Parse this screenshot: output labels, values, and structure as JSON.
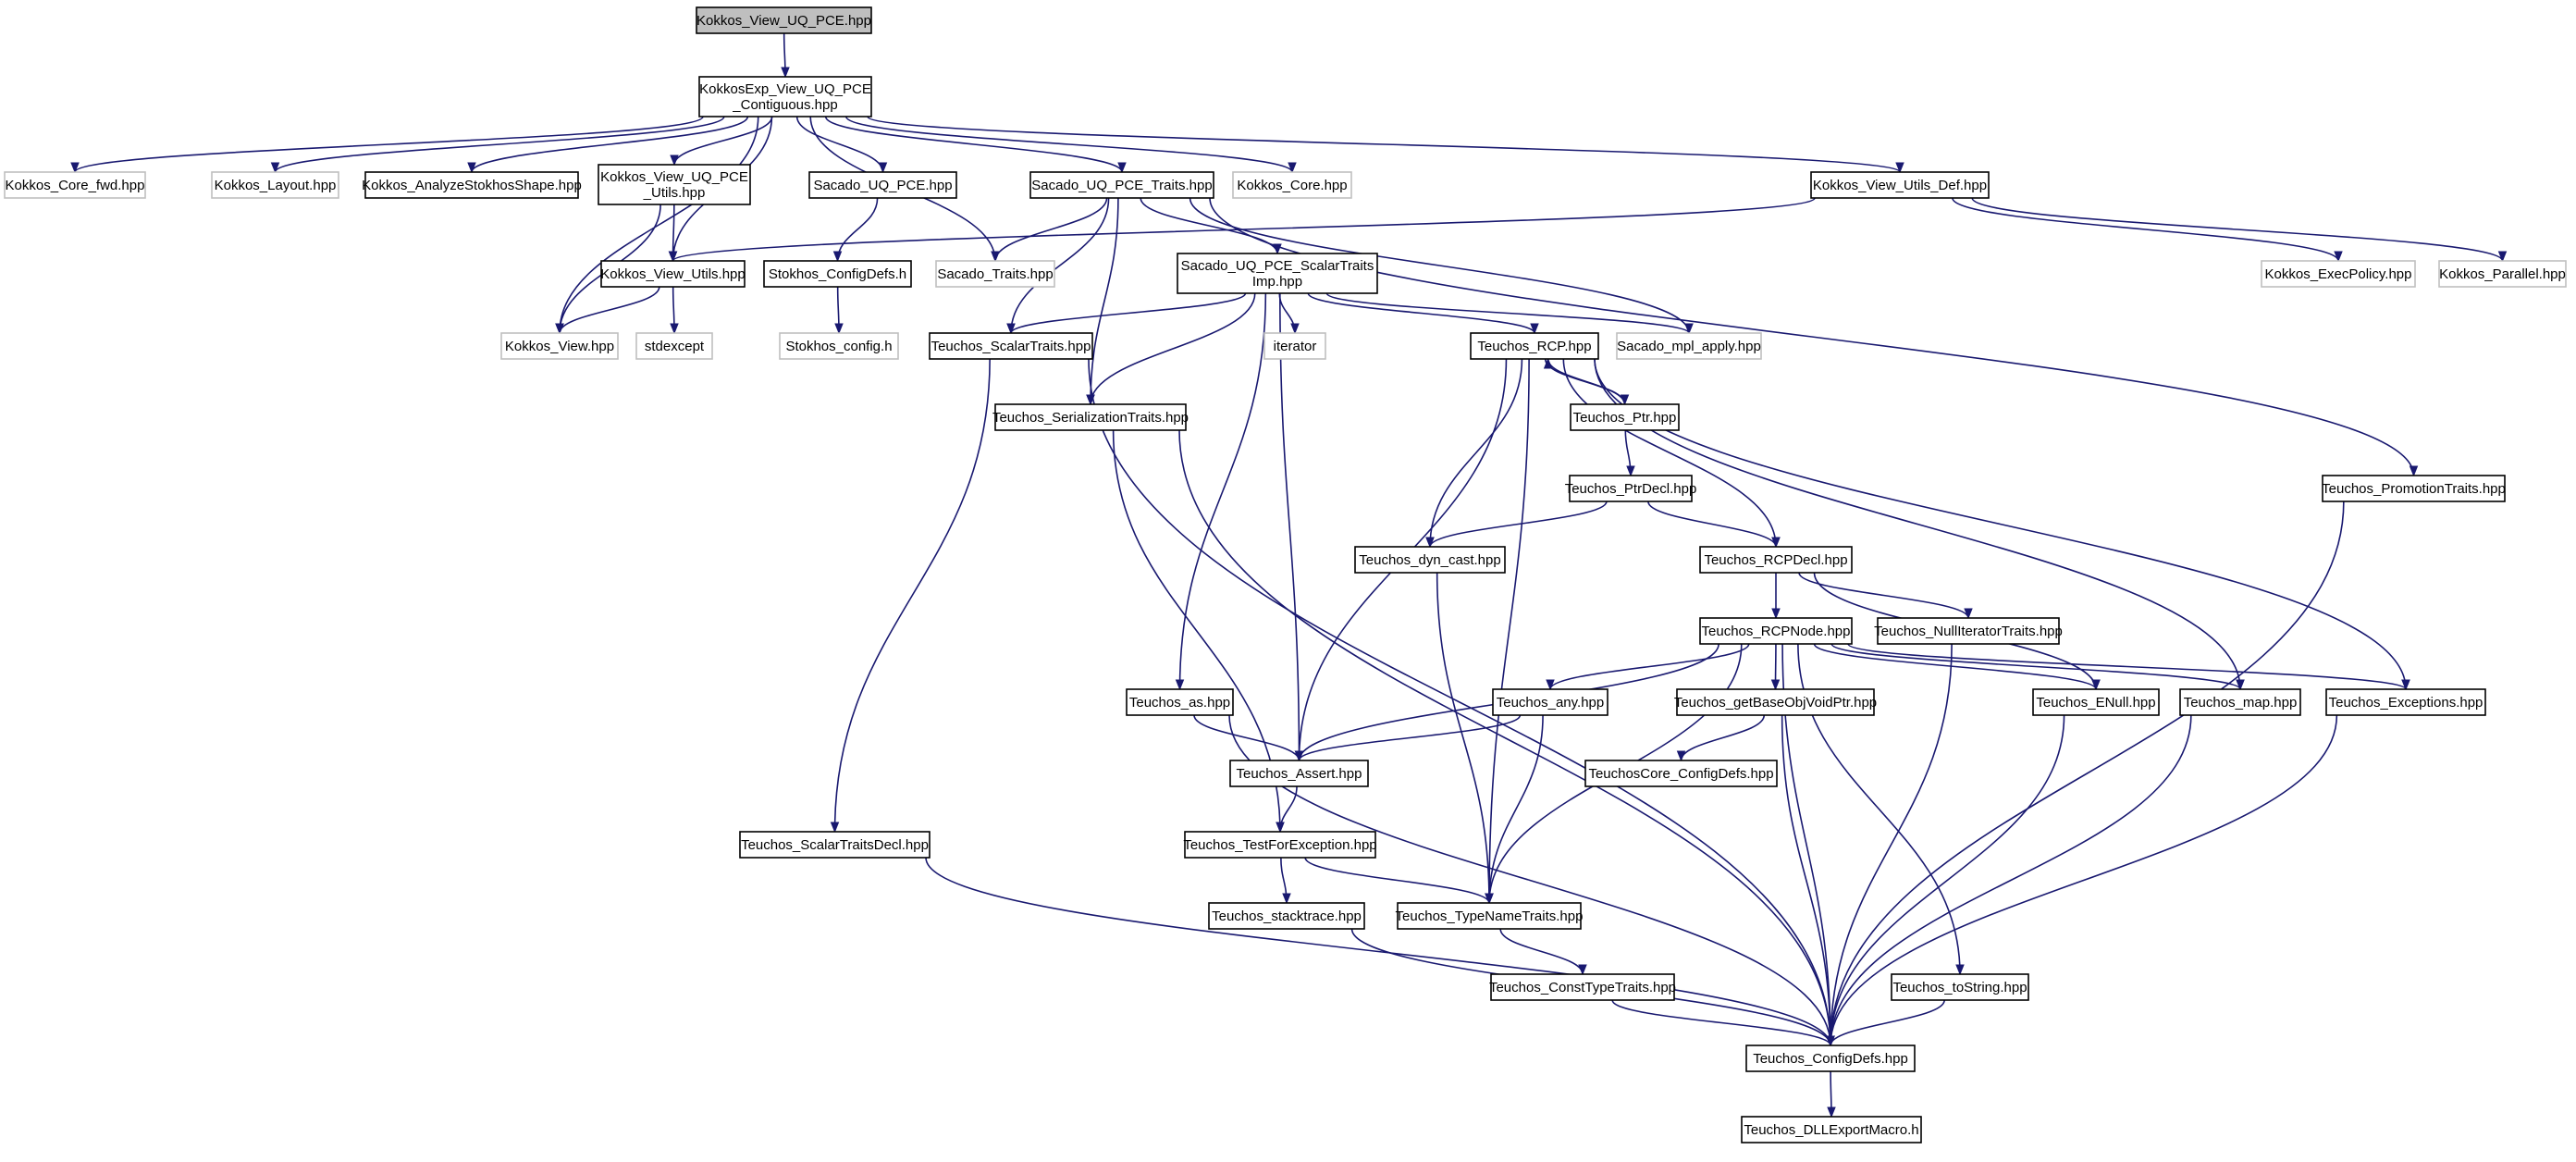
{
  "graph": {
    "nodes": [
      {
        "id": "root",
        "lines": [
          "Kokkos_View_UQ_PCE.hpp"
        ],
        "kind": "root"
      },
      {
        "id": "kexp",
        "lines": [
          "KokkosExp_View_UQ_PCE",
          "_Contiguous.hpp"
        ],
        "kind": "file"
      },
      {
        "id": "kcorefwd",
        "lines": [
          "Kokkos_Core_fwd.hpp"
        ],
        "kind": "external"
      },
      {
        "id": "klayout",
        "lines": [
          "Kokkos_Layout.hpp"
        ],
        "kind": "external"
      },
      {
        "id": "kanalyze",
        "lines": [
          "Kokkos_AnalyzeStokhosShape.hpp"
        ],
        "kind": "file"
      },
      {
        "id": "kviewuqutils",
        "lines": [
          "Kokkos_View_UQ_PCE",
          "_Utils.hpp"
        ],
        "kind": "file"
      },
      {
        "id": "sacadouqpce",
        "lines": [
          "Sacado_UQ_PCE.hpp"
        ],
        "kind": "file"
      },
      {
        "id": "sacadouqtraits",
        "lines": [
          "Sacado_UQ_PCE_Traits.hpp"
        ],
        "kind": "file"
      },
      {
        "id": "kcore",
        "lines": [
          "Kokkos_Core.hpp"
        ],
        "kind": "external"
      },
      {
        "id": "kviewutilsdef",
        "lines": [
          "Kokkos_View_Utils_Def.hpp"
        ],
        "kind": "file"
      },
      {
        "id": "kviewutils",
        "lines": [
          "Kokkos_View_Utils.hpp"
        ],
        "kind": "file"
      },
      {
        "id": "stokhosconfigdefs",
        "lines": [
          "Stokhos_ConfigDefs.h"
        ],
        "kind": "file"
      },
      {
        "id": "sacadotraits",
        "lines": [
          "Sacado_Traits.hpp"
        ],
        "kind": "external"
      },
      {
        "id": "sacadoscalarimp",
        "lines": [
          "Sacado_UQ_PCE_ScalarTraits",
          "Imp.hpp"
        ],
        "kind": "file"
      },
      {
        "id": "kexecpolicy",
        "lines": [
          "Kokkos_ExecPolicy.hpp"
        ],
        "kind": "external"
      },
      {
        "id": "kparallel",
        "lines": [
          "Kokkos_Parallel.hpp"
        ],
        "kind": "external"
      },
      {
        "id": "kview",
        "lines": [
          "Kokkos_View.hpp"
        ],
        "kind": "external"
      },
      {
        "id": "stdexcept",
        "lines": [
          "stdexcept"
        ],
        "kind": "external"
      },
      {
        "id": "stokhosconfig",
        "lines": [
          "Stokhos_config.h"
        ],
        "kind": "external"
      },
      {
        "id": "tscalartraits",
        "lines": [
          "Teuchos_ScalarTraits.hpp"
        ],
        "kind": "file"
      },
      {
        "id": "iterator",
        "lines": [
          "iterator"
        ],
        "kind": "external"
      },
      {
        "id": "trcp",
        "lines": [
          "Teuchos_RCP.hpp"
        ],
        "kind": "file"
      },
      {
        "id": "sacadompl",
        "lines": [
          "Sacado_mpl_apply.hpp"
        ],
        "kind": "external"
      },
      {
        "id": "tserialization",
        "lines": [
          "Teuchos_SerializationTraits.hpp"
        ],
        "kind": "file"
      },
      {
        "id": "tptr",
        "lines": [
          "Teuchos_Ptr.hpp"
        ],
        "kind": "file"
      },
      {
        "id": "tptrdecl",
        "lines": [
          "Teuchos_PtrDecl.hpp"
        ],
        "kind": "file"
      },
      {
        "id": "tpromotion",
        "lines": [
          "Teuchos_PromotionTraits.hpp"
        ],
        "kind": "file"
      },
      {
        "id": "tdyncast",
        "lines": [
          "Teuchos_dyn_cast.hpp"
        ],
        "kind": "file"
      },
      {
        "id": "trcpdecl",
        "lines": [
          "Teuchos_RCPDecl.hpp"
        ],
        "kind": "file"
      },
      {
        "id": "trcpnode",
        "lines": [
          "Teuchos_RCPNode.hpp"
        ],
        "kind": "file"
      },
      {
        "id": "tnulliter",
        "lines": [
          "Teuchos_NullIteratorTraits.hpp"
        ],
        "kind": "file"
      },
      {
        "id": "tas",
        "lines": [
          "Teuchos_as.hpp"
        ],
        "kind": "file"
      },
      {
        "id": "tany",
        "lines": [
          "Teuchos_any.hpp"
        ],
        "kind": "file"
      },
      {
        "id": "tgetbase",
        "lines": [
          "Teuchos_getBaseObjVoidPtr.hpp"
        ],
        "kind": "file"
      },
      {
        "id": "tenull",
        "lines": [
          "Teuchos_ENull.hpp"
        ],
        "kind": "file"
      },
      {
        "id": "tmap",
        "lines": [
          "Teuchos_map.hpp"
        ],
        "kind": "file"
      },
      {
        "id": "texceptions",
        "lines": [
          "Teuchos_Exceptions.hpp"
        ],
        "kind": "file"
      },
      {
        "id": "tassert",
        "lines": [
          "Teuchos_Assert.hpp"
        ],
        "kind": "file"
      },
      {
        "id": "tcoreconfig",
        "lines": [
          "TeuchosCore_ConfigDefs.hpp"
        ],
        "kind": "file"
      },
      {
        "id": "tscalartraitsdecl",
        "lines": [
          "Teuchos_ScalarTraitsDecl.hpp"
        ],
        "kind": "file"
      },
      {
        "id": "ttestforexc",
        "lines": [
          "Teuchos_TestForException.hpp"
        ],
        "kind": "file"
      },
      {
        "id": "tstacktrace",
        "lines": [
          "Teuchos_stacktrace.hpp"
        ],
        "kind": "file"
      },
      {
        "id": "ttypename",
        "lines": [
          "Teuchos_TypeNameTraits.hpp"
        ],
        "kind": "file"
      },
      {
        "id": "tconsttype",
        "lines": [
          "Teuchos_ConstTypeTraits.hpp"
        ],
        "kind": "file"
      },
      {
        "id": "ttostring",
        "lines": [
          "Teuchos_toString.hpp"
        ],
        "kind": "file"
      },
      {
        "id": "tconfigdefs",
        "lines": [
          "Teuchos_ConfigDefs.hpp"
        ],
        "kind": "file"
      },
      {
        "id": "tdllexport",
        "lines": [
          "Teuchos_DLLExportMacro.h"
        ],
        "kind": "file"
      }
    ],
    "edges": [
      [
        "root",
        "kexp"
      ],
      [
        "kexp",
        "kcorefwd"
      ],
      [
        "kexp",
        "klayout"
      ],
      [
        "kexp",
        "kanalyze"
      ],
      [
        "kexp",
        "kviewuqutils"
      ],
      [
        "kexp",
        "sacadouqpce"
      ],
      [
        "kexp",
        "sacadouqtraits"
      ],
      [
        "kexp",
        "kcore"
      ],
      [
        "kexp",
        "kviewutilsdef"
      ],
      [
        "kexp",
        "kview"
      ],
      [
        "kexp",
        "kviewutils"
      ],
      [
        "kexp",
        "sacadotraits"
      ],
      [
        "kviewuqutils",
        "kviewutils"
      ],
      [
        "kviewuqutils",
        "kview"
      ],
      [
        "sacadouqpce",
        "stokhosconfigdefs"
      ],
      [
        "stokhosconfigdefs",
        "stokhosconfig"
      ],
      [
        "sacadouqtraits",
        "sacadotraits"
      ],
      [
        "sacadouqtraits",
        "sacadoscalarimp"
      ],
      [
        "sacadouqtraits",
        "tscalartraits"
      ],
      [
        "sacadouqtraits",
        "tserialization"
      ],
      [
        "sacadouqtraits",
        "sacadompl"
      ],
      [
        "sacadouqtraits",
        "tpromotion"
      ],
      [
        "kviewutilsdef",
        "kviewutils"
      ],
      [
        "kviewutilsdef",
        "kexecpolicy"
      ],
      [
        "kviewutilsdef",
        "kparallel"
      ],
      [
        "kviewutils",
        "kview"
      ],
      [
        "kviewutils",
        "stdexcept"
      ],
      [
        "sacadoscalarimp",
        "tscalartraits"
      ],
      [
        "sacadoscalarimp",
        "iterator"
      ],
      [
        "sacadoscalarimp",
        "trcp"
      ],
      [
        "sacadoscalarimp",
        "sacadompl"
      ],
      [
        "sacadoscalarimp",
        "tserialization"
      ],
      [
        "sacadoscalarimp",
        "tas"
      ],
      [
        "sacadoscalarimp",
        "tassert"
      ],
      [
        "tscalartraits",
        "tscalartraitsdecl"
      ],
      [
        "tscalartraits",
        "tconfigdefs"
      ],
      [
        "tserialization",
        "ttestforexc"
      ],
      [
        "tserialization",
        "tconfigdefs"
      ],
      [
        "trcp",
        "tptr"
      ],
      [
        "tptr",
        "trcp"
      ],
      [
        "trcp",
        "tdyncast"
      ],
      [
        "trcp",
        "trcpdecl"
      ],
      [
        "trcp",
        "tassert"
      ],
      [
        "trcp",
        "ttypename"
      ],
      [
        "trcp",
        "tmap"
      ],
      [
        "trcp",
        "texceptions"
      ],
      [
        "tptr",
        "tptrdecl"
      ],
      [
        "tptrdecl",
        "tdyncast"
      ],
      [
        "tptrdecl",
        "trcpdecl"
      ],
      [
        "trcpdecl",
        "trcpnode"
      ],
      [
        "trcpdecl",
        "tnulliter"
      ],
      [
        "trcpdecl",
        "tenull"
      ],
      [
        "tdyncast",
        "ttypename"
      ],
      [
        "trcpnode",
        "tany"
      ],
      [
        "trcpnode",
        "tgetbase"
      ],
      [
        "trcpnode",
        "tenull"
      ],
      [
        "trcpnode",
        "tmap"
      ],
      [
        "trcpnode",
        "texceptions"
      ],
      [
        "trcpnode",
        "tassert"
      ],
      [
        "trcpnode",
        "ttypename"
      ],
      [
        "trcpnode",
        "ttostring"
      ],
      [
        "trcpnode",
        "tconfigdefs"
      ],
      [
        "tnulliter",
        "tconfigdefs"
      ],
      [
        "tas",
        "tassert"
      ],
      [
        "tas",
        "tconfigdefs"
      ],
      [
        "tany",
        "tassert"
      ],
      [
        "tany",
        "ttypename"
      ],
      [
        "tgetbase",
        "tcoreconfig"
      ],
      [
        "tgetbase",
        "tconfigdefs"
      ],
      [
        "tenull",
        "tconfigdefs"
      ],
      [
        "tmap",
        "tconfigdefs"
      ],
      [
        "texceptions",
        "tconfigdefs"
      ],
      [
        "tassert",
        "ttestforexc"
      ],
      [
        "ttestforexc",
        "tstacktrace"
      ],
      [
        "ttestforexc",
        "ttypename"
      ],
      [
        "tstacktrace",
        "tconfigdefs"
      ],
      [
        "ttypename",
        "tconsttype"
      ],
      [
        "tconsttype",
        "tconfigdefs"
      ],
      [
        "ttostring",
        "tconfigdefs"
      ],
      [
        "tscalartraitsdecl",
        "tconfigdefs"
      ],
      [
        "tpromotion",
        "tconfigdefs"
      ],
      [
        "tconfigdefs",
        "tdllexport"
      ]
    ]
  }
}
